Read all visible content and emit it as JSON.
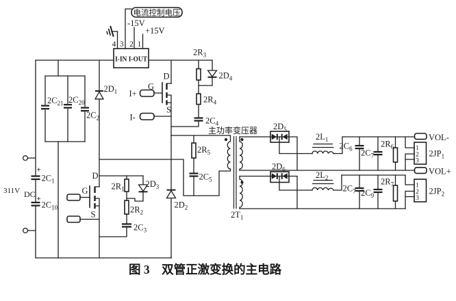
{
  "figure": {
    "type": "schematic",
    "caption": "图 3　双管正激变换的主电路",
    "ink_color": "#1e1e1e",
    "background_color": "#ffffff"
  },
  "control": {
    "voltage_box": "电流控制电压",
    "neg_supply": "-15V",
    "pos_supply": "+15V",
    "pin_numbers": [
      "4",
      "3",
      "2",
      "1"
    ],
    "sensor_block": "I-IN I-OUT"
  },
  "input": {
    "voltage": "311V",
    "kind": "DC",
    "plus_c1": "+",
    "plus_c10": "+"
  },
  "mosfet_upper": {
    "drain": "D",
    "gate": "G",
    "source": "S",
    "gate_drive": "I+",
    "source_drive": "I-"
  },
  "mosfet_lower": {
    "drain": "D",
    "gate": "G",
    "source": "S"
  },
  "transformer": {
    "title": "主功率变压器",
    "name": {
      "main": "2T",
      "sub": "1"
    }
  },
  "components": {
    "c21": {
      "main": "2C",
      "sub": "21"
    },
    "c20": {
      "main": "2C",
      "sub": "20"
    },
    "c2": {
      "main": "2C",
      "sub": "2"
    },
    "c1": {
      "main": "2C",
      "sub": "1"
    },
    "c10": {
      "main": "2C",
      "sub": "10"
    },
    "c3": {
      "main": "2C",
      "sub": "3"
    },
    "c4": {
      "main": "2C",
      "sub": "4"
    },
    "c5": {
      "main": "2C",
      "sub": "5"
    },
    "c6": {
      "main": "2C",
      "sub": "6"
    },
    "c7": {
      "main": "2C",
      "sub": "7"
    },
    "c7b": {
      "main": "2C",
      "sub": "7"
    },
    "c9": {
      "main": "2C",
      "sub": "9"
    },
    "d1": {
      "main": "2D",
      "sub": "1"
    },
    "d2": {
      "main": "2D",
      "sub": "2"
    },
    "d3": {
      "main": "2D",
      "sub": "3"
    },
    "d4": {
      "main": "2D",
      "sub": "4"
    },
    "d5": {
      "main": "2D",
      "sub": "5"
    },
    "d6": {
      "main": "2D",
      "sub": "6"
    },
    "r1": {
      "main": "2R",
      "sub": "1"
    },
    "r2": {
      "main": "2R",
      "sub": "2"
    },
    "r3": {
      "main": "2R",
      "sub": "3"
    },
    "r4": {
      "main": "2R",
      "sub": "4"
    },
    "r5": {
      "main": "2R",
      "sub": "5"
    },
    "r6": {
      "main": "2R",
      "sub": "6"
    },
    "r7": {
      "main": "2R",
      "sub": "7"
    },
    "l1": {
      "main": "2L",
      "sub": "1"
    },
    "l2": {
      "main": "2L",
      "sub": "2"
    },
    "jp1": {
      "main": "2JP",
      "sub": "1"
    },
    "jp2": {
      "main": "2JP",
      "sub": "2"
    }
  },
  "outputs": {
    "vol_minus": "VOL-",
    "vol_plus": "VOL+",
    "jp1_pins": [
      "1",
      "2",
      "3"
    ],
    "jp2_pins": [
      "1",
      "2",
      "3"
    ]
  }
}
